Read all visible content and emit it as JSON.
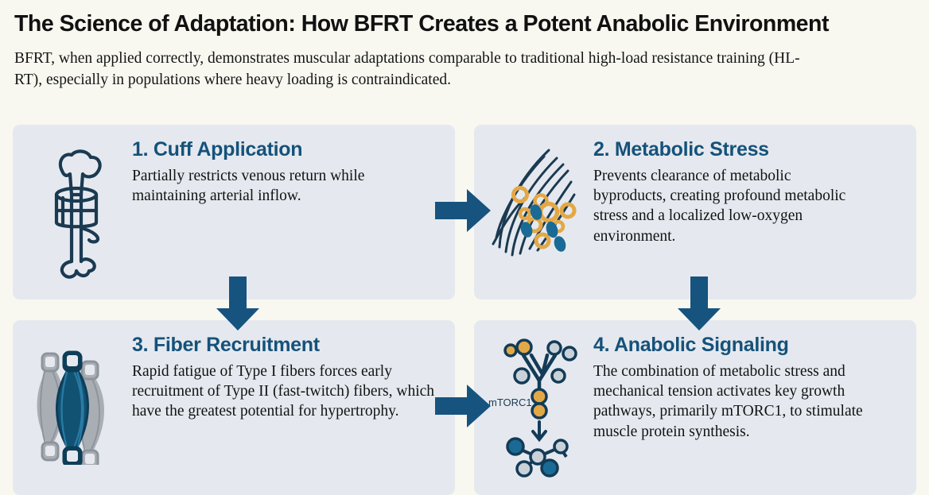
{
  "header": {
    "title": "The Science of Adaptation: How BFRT Creates a Potent Anabolic Environment",
    "subtitle": "BFRT, when applied correctly, demonstrates muscular adaptations comparable to traditional high-load resistance training (HL-RT), especially in populations where heavy loading is contraindicated."
  },
  "theme": {
    "page_background": "#f8f8f1",
    "card_background": "#e5e9ef",
    "heading_color": "#15527a",
    "body_color": "#121212",
    "arrow_color": "#17537f",
    "accent_orange": "#e3a846",
    "accent_navy": "#123a5a",
    "accent_blue": "#1a6a96",
    "muscle_grey": "#a9aeb5"
  },
  "cards": [
    {
      "number": "1.",
      "heading": "1. Cuff Application",
      "text": "Partially restricts venous return while maintaining arterial inflow.",
      "icon_name": "bone-with-cuff-icon"
    },
    {
      "number": "2.",
      "heading": "2. Metabolic Stress",
      "text": "Prevents clearance of metabolic byproducts, creating profound metabolic stress and a localized low-oxygen environment.",
      "icon_name": "muscle-fibers-metabolites-icon"
    },
    {
      "number": "3.",
      "heading": "3. Fiber Recruitment",
      "text": "Rapid fatigue of Type I fibers forces early recruitment of Type II (fast-twitch) fibers, which have the greatest potential for hypertrophy.",
      "icon_name": "muscle-fiber-bundles-icon"
    },
    {
      "number": "4.",
      "heading": "4. Anabolic Signaling",
      "text": "The combination of metabolic stress and mechanical tension activates key growth pathways, primarily mTORC1, to stimulate muscle protein synthesis.",
      "icon_name": "signaling-pathway-icon",
      "icon_label": "mTORC1"
    }
  ],
  "arrows": [
    {
      "name": "arrow-step1-to-step2",
      "direction": "right"
    },
    {
      "name": "arrow-step1-to-step3",
      "direction": "down"
    },
    {
      "name": "arrow-step2-to-step4",
      "direction": "down"
    },
    {
      "name": "arrow-step3-to-step4",
      "direction": "right"
    }
  ]
}
